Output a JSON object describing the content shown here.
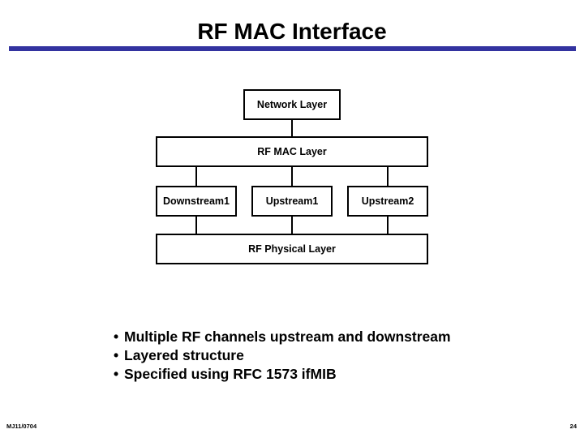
{
  "slide": {
    "title": "RF MAC Interface",
    "accent_color": "#3333a0",
    "background_color": "#ffffff",
    "text_color": "#000000"
  },
  "diagram": {
    "boxes": [
      {
        "id": "network",
        "label": "Network Layer"
      },
      {
        "id": "rfmac",
        "label": "RF MAC Layer"
      },
      {
        "id": "downstream1",
        "label": "Downstream1"
      },
      {
        "id": "upstream1",
        "label": "Upstream1"
      },
      {
        "id": "upstream2",
        "label": "Upstream2"
      },
      {
        "id": "rfphysical",
        "label": "RF Physical Layer"
      }
    ]
  },
  "bullets": {
    "marker": "•",
    "items": [
      "Multiple RF channels upstream and downstream",
      "Layered structure",
      "Specified using RFC 1573 ifMIB"
    ]
  },
  "footer": {
    "left": "MJ11/0704",
    "page_number": "24"
  }
}
